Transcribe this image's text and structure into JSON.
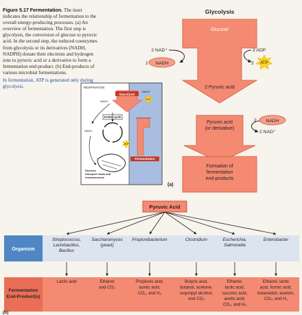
{
  "caption": {
    "figure_label": "Figure 5.17",
    "title": "Fermentation.",
    "body": "The inset indicates the relationship of fermentation to the overall energy-producing processes. (a) An overview of fermentation. The first step is glycolysis, the conversion of glucose to pyruvic acid. In the second step, the reduced coenzymes from glycolysis or its derivatives (NADH, NADPH) donate their electrons and hydrogen ions to pyruvic acid or a derivative to form a fermentation end-product. (b) End-products of various microbial fermentations.",
    "highlight": "In fermentation, ATP is generated only during glycolysis."
  },
  "panel_a": {
    "heading": "Glycolysis",
    "glucose": "Glucose",
    "nad_in": "2 NAD⁺",
    "adp": "2 ADP",
    "nadh_coef": "2",
    "nadh": "NADH",
    "atp_coef": "2",
    "atp": "ATP",
    "pyruvic": "2 Pyruvic acid",
    "pyruvic_deriv_line1": "Pyruvic acid",
    "pyruvic_deriv_line2": "(or derivative)",
    "nadh2_coef": "2",
    "nadh2": "NADH",
    "nad_out": "2 NAD⁺",
    "formation_line1": "Formation of",
    "formation_line2": "fermentation",
    "formation_line3": "end-products",
    "label": "(a)"
  },
  "inset": {
    "respiration": "RESPIRATION",
    "glycolysis": "Glycolysis",
    "nadh_top": "NADH",
    "atp_top": "ATP",
    "nadh_left": "NADH",
    "krebs": "Krebs cycle",
    "nadh_mid": "NADH",
    "atp_mid": "ATP",
    "etc_line1": "Electron",
    "etc_line2": "transport chain and",
    "etc_line3": "chemiosmosis",
    "fermentation": "Fermentation"
  },
  "panel_b": {
    "root": "Pyruvic Acid",
    "organism_label": "Organism",
    "endproduct_label_line1": "Fermentation",
    "endproduct_label_line2": "End-Product(s)",
    "label": "(b)",
    "columns": [
      {
        "organism": [
          "Streptococcus,",
          "Lactobacillus,",
          "Bacillus"
        ],
        "products": [
          "Lactic acid"
        ]
      },
      {
        "organism": [
          "Saccharomyces",
          "(yeast)"
        ],
        "products": [
          "Ethanol",
          "and CO₂"
        ]
      },
      {
        "organism": [
          "Propionibacterium"
        ],
        "products": [
          "Propionic acid,",
          "acetic acid,",
          "CO₂, and H₂"
        ]
      },
      {
        "organism": [
          "Clostridium"
        ],
        "products": [
          "Butyric acid,",
          "butanol, acetone,",
          "isopropyl alcohol,",
          "and CO₂"
        ]
      },
      {
        "organism": [
          "Escherichia,",
          "Salmonella"
        ],
        "products": [
          "Ethanol,",
          "lactic acid,",
          "succinic acid,",
          "acetic acid,",
          "CO₂, and H₂"
        ]
      },
      {
        "organism": [
          "Enterobacter"
        ],
        "products": [
          "Ethanol, lactic",
          "acid, formic acid,",
          "butanediol, acetoin,",
          "CO₂, and H₂"
        ]
      }
    ]
  },
  "colors": {
    "salmon": "#f48a72",
    "salmon_dark": "#d4583f",
    "band": "#dce4f0",
    "blue_label": "#4f86c3",
    "nadh_fill": "#f3a08a",
    "atp_star": "#ffd21e",
    "inset_blue": "#a9bde0"
  }
}
